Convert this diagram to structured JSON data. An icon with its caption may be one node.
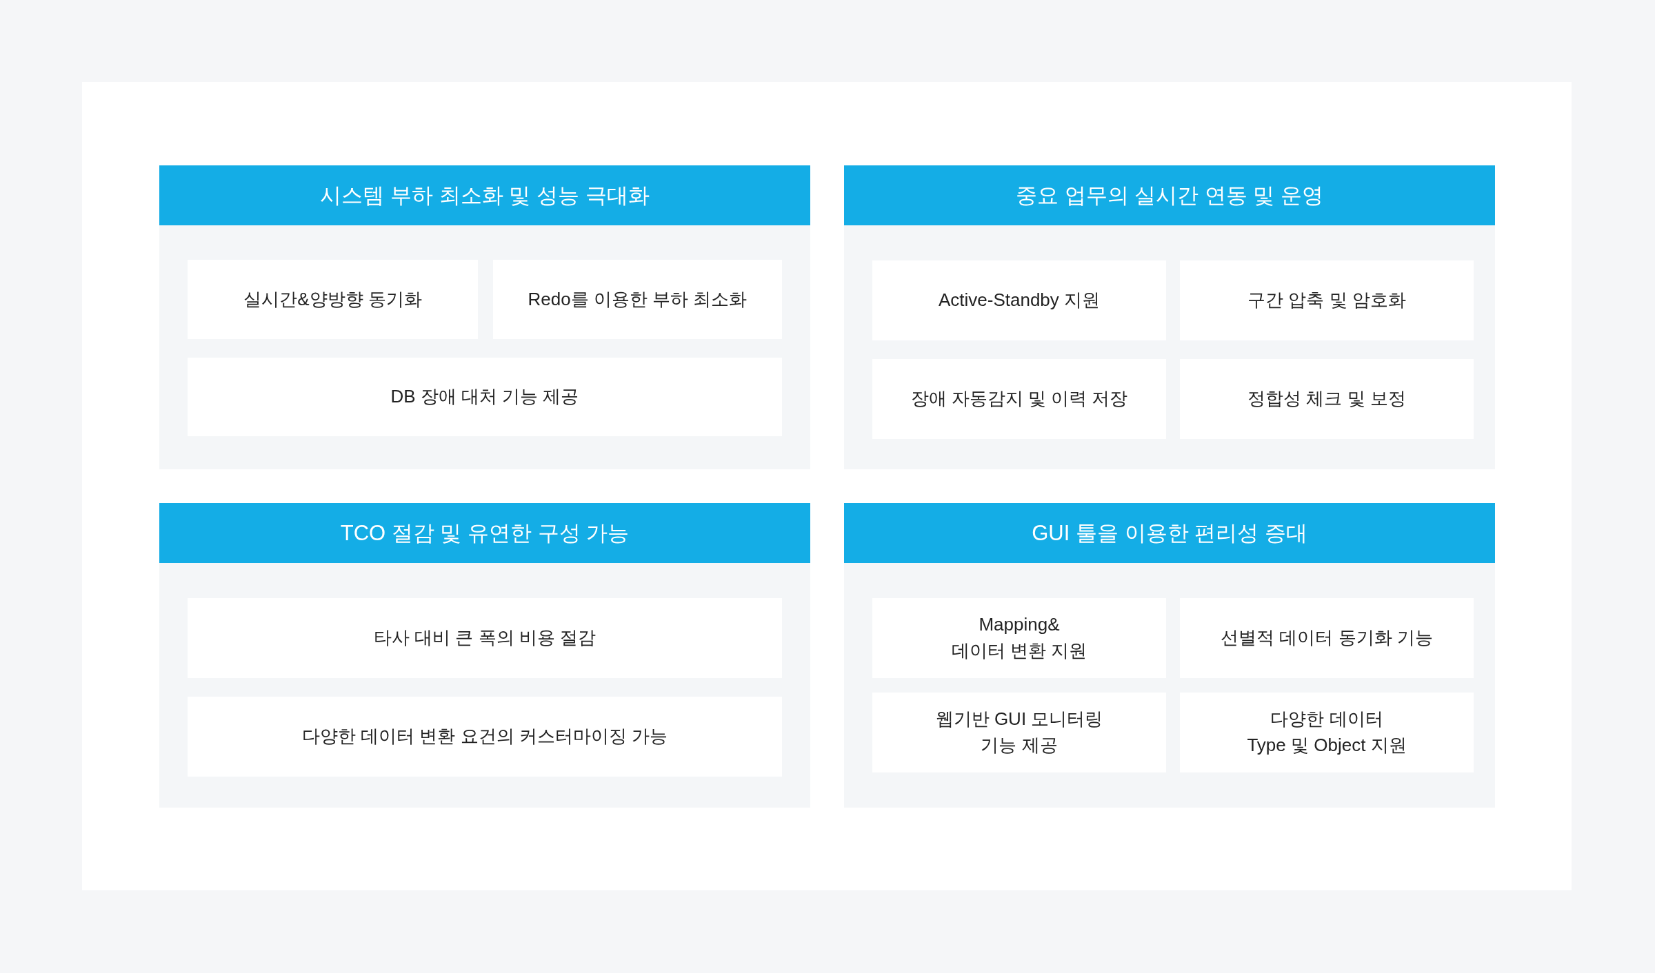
{
  "diagram": {
    "nodes": [
      {
        "text": [
          "시스템 부하 최소화 및 성능 극대화"
        ]
      },
      {
        "text": [
          "실시간&양방향 동기화"
        ],
        "in": 0
      },
      {
        "text": [
          "Redo를 이용한 부하 최소화"
        ],
        "in": 0
      },
      {
        "text": [
          "DB 장애 대처 기능 제공"
        ],
        "in": 0
      },
      {
        "text": [
          "중요 업무의 실시간 연동 및 운영"
        ]
      },
      {
        "text": [
          "Active-Standby 지원"
        ],
        "in": 4
      },
      {
        "text": [
          "구간 압축 및 암호화"
        ],
        "in": 4
      },
      {
        "text": [
          "장애 자동감지 및 이력 저장"
        ],
        "in": 4
      },
      {
        "text": [
          "정합성 체크 및 보정"
        ],
        "in": 4
      },
      {
        "text": [
          "TCO 절감 및 유연한 구성 가능"
        ]
      },
      {
        "text": [
          "타사 대비 큰 폭의 비용 절감"
        ],
        "in": 9
      },
      {
        "text": [
          "다양한 데이터 변환 요건의 커스터마이징 가능"
        ],
        "in": 9
      },
      {
        "text": [
          "GUI 툴을 이용한 편리성 증대"
        ]
      },
      {
        "text": [
          "Mapping& 데이터 변환 지원"
        ],
        "in": 12
      },
      {
        "text": [
          "선별적 데이터 동기화 기능"
        ],
        "in": 12
      },
      {
        "text": [
          "웹기반 GUI 모니터링 기능 제공"
        ],
        "in": 12
      },
      {
        "text": [
          "다양한 데이터 Type 및 Object 지원"
        ],
        "in": 12
      }
    ]
  }
}
